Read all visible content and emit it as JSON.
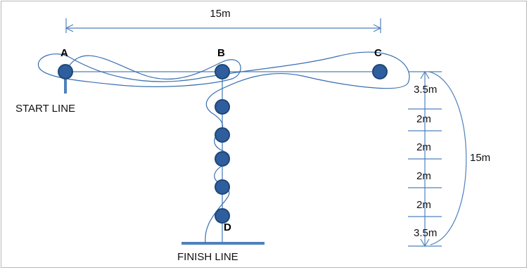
{
  "labels": {
    "top_distance": "15m",
    "side_distance": "15m",
    "start": "START  LINE",
    "finish": "FINISH  LINE"
  },
  "points": {
    "a": "A",
    "b": "B",
    "c": "C",
    "d": "D"
  },
  "segments": [
    "3.5m",
    "2m",
    "2m",
    "2m",
    "2m",
    "3.5m"
  ],
  "colors": {
    "line": "#4f81bd",
    "path": "#3a6fb0",
    "cone_fill": "#2e5e9e",
    "cone_stroke": "#1f4676",
    "border": "#b7b7b7"
  }
}
